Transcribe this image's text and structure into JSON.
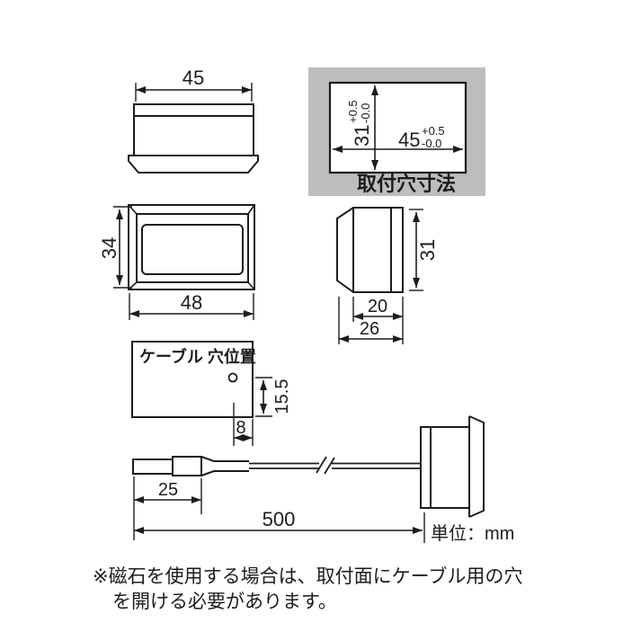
{
  "colors": {
    "line": "#1c1c1c",
    "panel_gray": "#bdbdbd",
    "white": "#ffffff"
  },
  "views": {
    "top_side": {
      "width_dim": "45"
    },
    "mounting_hole": {
      "caption": "取付穴寸法",
      "width": "45",
      "height": "31",
      "tol_plus": "+0.5",
      "tol_minus": "-0.0"
    },
    "front": {
      "height_dim": "34",
      "width_dim": "48"
    },
    "side": {
      "height_dim": "31",
      "body_depth_dim": "20",
      "total_depth_dim": "26"
    },
    "cable_hole": {
      "title": "ケーブル 穴位置",
      "vertical_dim": "15.5",
      "horizontal_dim": "8"
    },
    "probe": {
      "probe_length_dim": "25",
      "cable_length_dim": "500",
      "unit_label": "単位：mm"
    },
    "note": {
      "line1": "※磁石を使用する場合は、取付面にケーブル用の穴",
      "line2": "を開ける必要があります。"
    }
  }
}
